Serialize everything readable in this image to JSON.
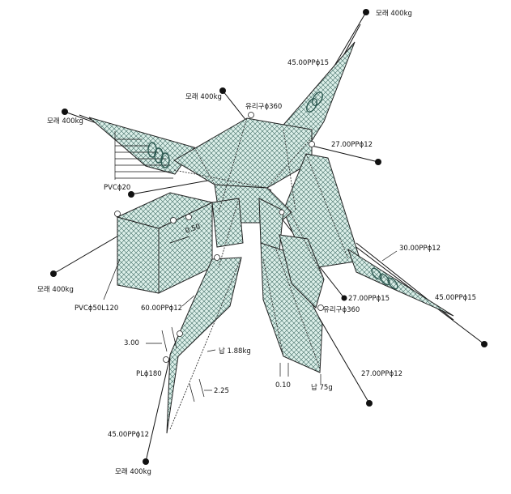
{
  "labels": {
    "sand_top": "모래 400kg",
    "rope_45_top": "45.00PPϕ15",
    "sand_mid": "모래 400kg",
    "glass_top": "유리구ϕ360",
    "sand_left": "모래 400kg",
    "rope_27_top": "27.00PPϕ12",
    "pvc20": "PVCϕ20",
    "dim_050": "0.50",
    "rope_30": "30.00PPϕ12",
    "sand_lower_left": "모래 400kg",
    "rope_27_mid": "27.00PPϕ15",
    "rope_45_right": "45.00PPϕ15",
    "pvc50": "PVCϕ50L120",
    "rope_60": "60.00PPϕ12",
    "glass_bottom": "유리구ϕ360",
    "dim_300": "3.00",
    "lead_188": "납 1.88kg",
    "pl180": "PLϕ180",
    "rope_27_bottom": "27.00PPϕ12",
    "dim_010": "0.10",
    "lead_75": "납 75g",
    "dim_225": "2.25",
    "rope_45_bottom": "45.00PPϕ12",
    "sand_bottom": "모래 400kg"
  }
}
